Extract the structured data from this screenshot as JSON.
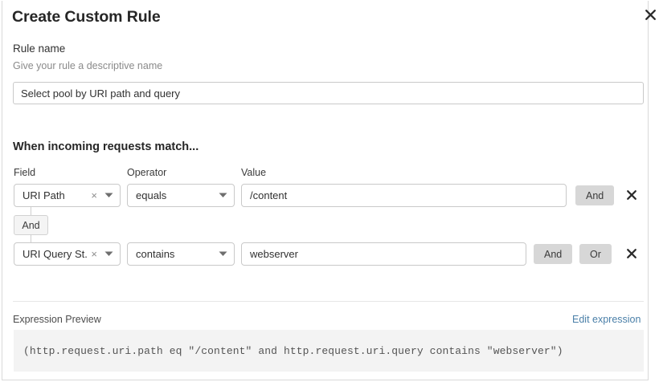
{
  "dialog": {
    "title": "Create Custom Rule",
    "close_icon": "close-icon"
  },
  "rule_name": {
    "label": "Rule name",
    "hint": "Give your rule a descriptive name",
    "value": "Select pool by URI path and query",
    "placeholder": ""
  },
  "match_section": {
    "heading": "When incoming requests match...",
    "columns": {
      "field": "Field",
      "operator": "Operator",
      "value": "Value"
    },
    "connector": {
      "label": "And"
    },
    "rows": [
      {
        "field": "URI Path",
        "field_clear_icon": "clear-icon",
        "field_caret_icon": "chevron-down-icon",
        "operator": "equals",
        "operator_caret_icon": "chevron-down-icon",
        "value": "/content",
        "buttons": [
          "And"
        ],
        "delete_icon": "close-icon"
      },
      {
        "field": "URI Query St...",
        "field_clear_icon": "clear-icon",
        "field_caret_icon": "chevron-down-icon",
        "operator": "contains",
        "operator_caret_icon": "chevron-down-icon",
        "value": "webserver",
        "buttons": [
          "And",
          "Or"
        ],
        "delete_icon": "close-icon"
      }
    ]
  },
  "expression_preview": {
    "label": "Expression Preview",
    "edit_link": "Edit expression",
    "expression": "(http.request.uri.path eq \"/content\" and http.request.uri.query contains \"webserver\")"
  },
  "colors": {
    "link": "#4a7fa8",
    "button_bg": "#d7d7d7",
    "code_bg": "#f3f3f3",
    "border": "#c9c9c9"
  }
}
